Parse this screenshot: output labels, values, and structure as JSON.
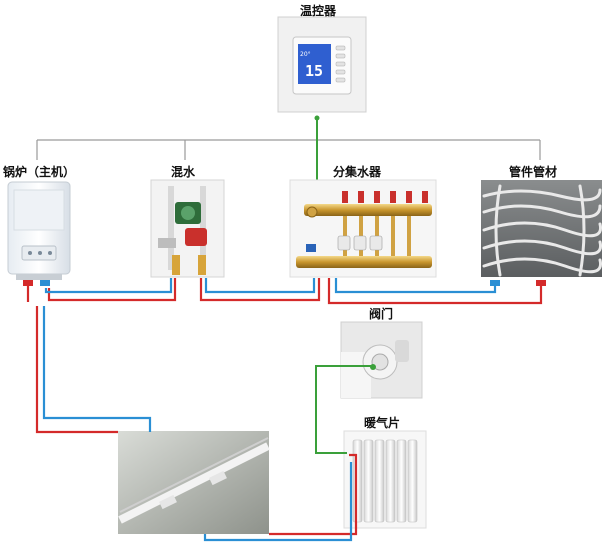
{
  "labels": {
    "thermostat": "温控器",
    "boiler": "锅炉（主机）",
    "mixing": "混水",
    "manifold": "分集水器",
    "pipes": "管件管材",
    "valve": "阀门",
    "radiator": "暖气片"
  },
  "thermostat_display": {
    "temperature": "15",
    "small_reading": "20°"
  },
  "colors": {
    "hot_pipe": "#d42a2a",
    "cold_pipe": "#2a8fd4",
    "control_wire": "#3aa03a",
    "connector_line": "#9a9a9a",
    "thermostat_screen": "#2f5fd0"
  }
}
